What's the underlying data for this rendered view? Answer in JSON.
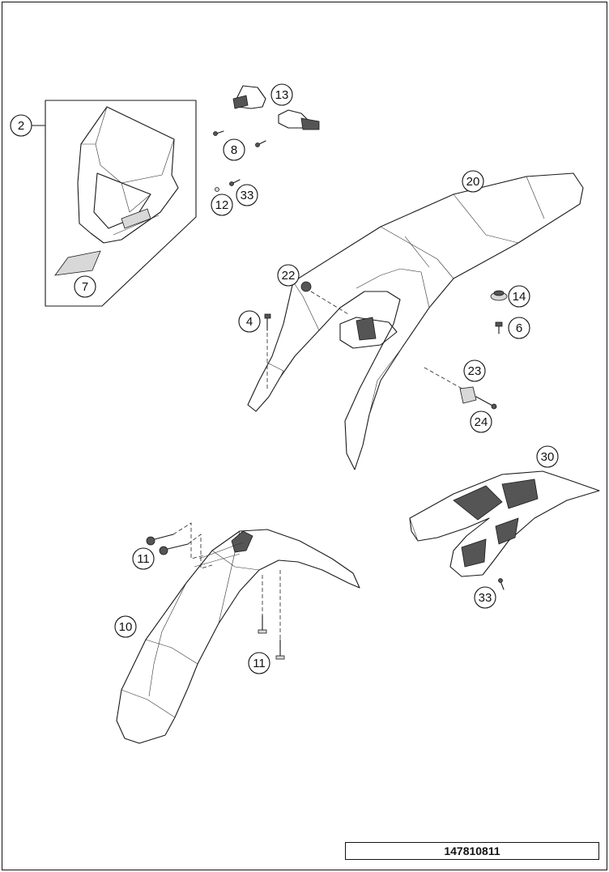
{
  "document_number": "147810811",
  "callouts": [
    {
      "id": "c2",
      "label": "2"
    },
    {
      "id": "c13",
      "label": "13"
    },
    {
      "id": "c8",
      "label": "8"
    },
    {
      "id": "c33a",
      "label": "33"
    },
    {
      "id": "c12",
      "label": "12"
    },
    {
      "id": "c7",
      "label": "7"
    },
    {
      "id": "c20",
      "label": "20"
    },
    {
      "id": "c22",
      "label": "22"
    },
    {
      "id": "c14",
      "label": "14"
    },
    {
      "id": "c4",
      "label": "4"
    },
    {
      "id": "c6",
      "label": "6"
    },
    {
      "id": "c23",
      "label": "23"
    },
    {
      "id": "c24",
      "label": "24"
    },
    {
      "id": "c30",
      "label": "30"
    },
    {
      "id": "c11a",
      "label": "11"
    },
    {
      "id": "c10",
      "label": "10"
    },
    {
      "id": "c11b",
      "label": "11"
    },
    {
      "id": "c33b",
      "label": "33"
    }
  ]
}
